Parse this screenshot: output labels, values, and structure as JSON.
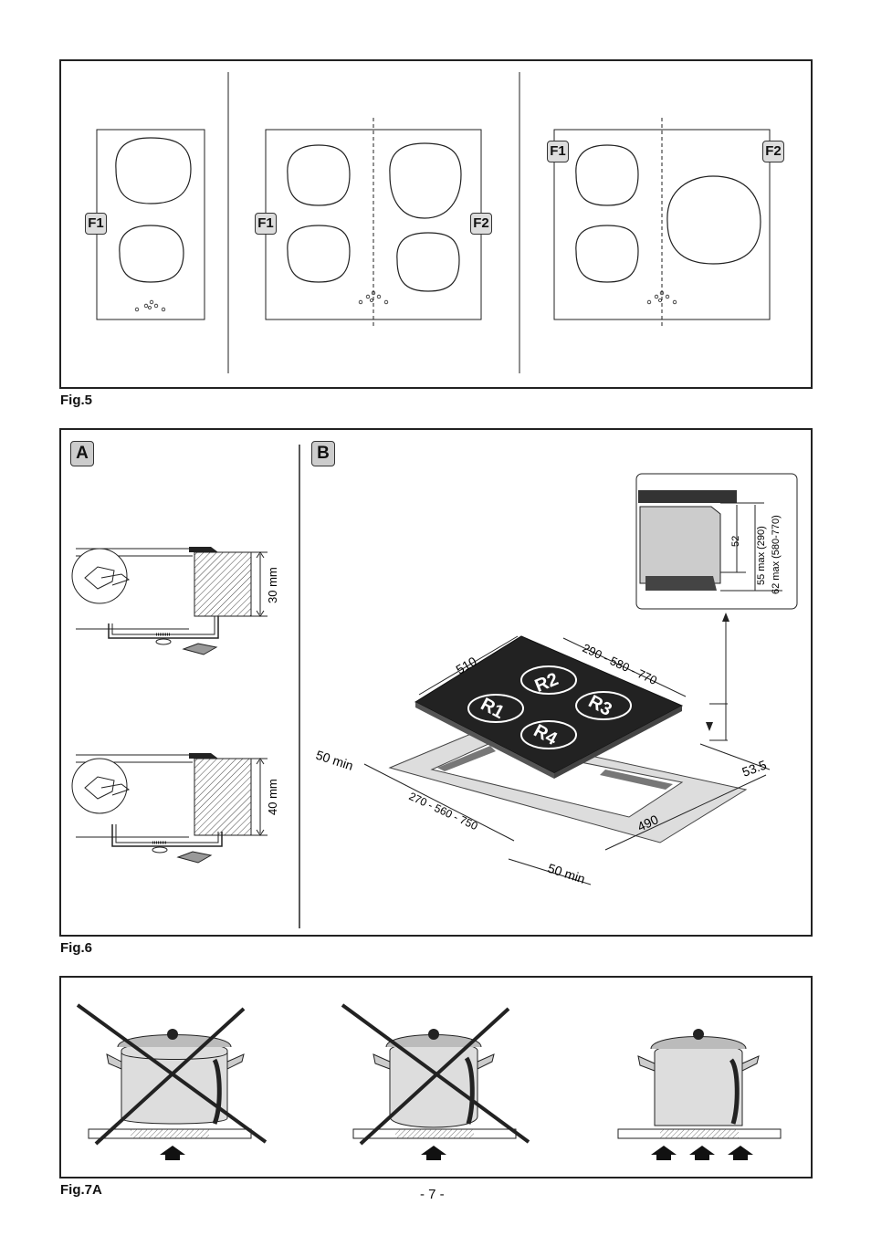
{
  "fig5": {
    "caption": "Fig.5",
    "labels": {
      "f1": "F1",
      "f2": "F2"
    }
  },
  "fig6": {
    "caption": "Fig.6",
    "panel_a": {
      "label": "A",
      "dim_top": "30 mm",
      "dim_bottom": "40 mm"
    },
    "panel_b": {
      "label": "B",
      "zones": [
        "R1",
        "R2",
        "R3",
        "R4"
      ],
      "dim_width": "510",
      "dim_depth": "290 - 580 - 770",
      "dim_cutout_width": "270 - 560 - 750",
      "dim_cutout_depth": "490",
      "dim_min_left": "50 min",
      "dim_min_front": "50 min",
      "dim_edge": "53.5",
      "detail": {
        "d1": "52",
        "d2": "55 max (290)",
        "d3": "62 max (580-770)"
      }
    }
  },
  "fig7a": {
    "caption": "Fig.7A"
  },
  "page_number": "- 7 -"
}
